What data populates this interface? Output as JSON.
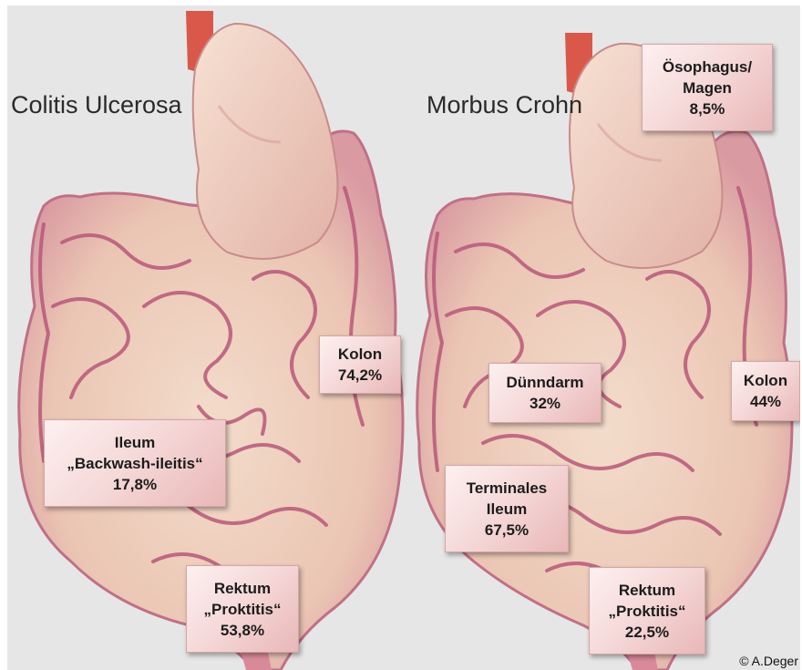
{
  "panels": {
    "ulcerative_colitis": {
      "title": "Colitis Ulcerosa",
      "labels": {
        "kolon": {
          "line1": "Kolon",
          "value": "74,2%"
        },
        "ileum": {
          "line1": "Ileum",
          "line2": "„Backwash-ileitis“",
          "value": "17,8%"
        },
        "rektum": {
          "line1": "Rektum",
          "line2": "„Proktitis“",
          "value": "53,8%"
        }
      }
    },
    "crohns_disease": {
      "title": "Morbus Crohn",
      "labels": {
        "oesophagus": {
          "line1": "Ösophagus/",
          "line2": "Magen",
          "value": "8,5%"
        },
        "duenndarm": {
          "line1": "Dünndarm",
          "value": "32%"
        },
        "kolon": {
          "line1": "Kolon",
          "value": "44%"
        },
        "terminal_ileum": {
          "line1": "Terminales",
          "line2": "Ileum",
          "value": "67,5%"
        },
        "rektum": {
          "line1": "Rektum",
          "line2": "„Proktitis“",
          "value": "22,5%"
        }
      }
    }
  },
  "copyright": "© A.Deger",
  "colors": {
    "background": "#e6e6e6",
    "organ_fill": "#efcfbd",
    "organ_outline": "#b8587a",
    "stomach_fill": "#f0d2c2",
    "oesophagus": "#d9584a",
    "label_gradient_end": "#e9b7b7"
  }
}
